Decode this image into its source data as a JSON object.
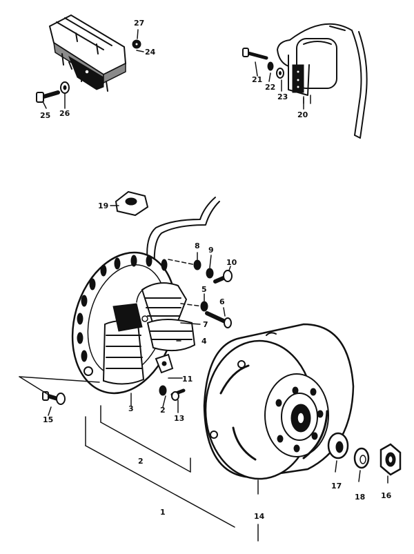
{
  "callouts": {
    "c1": "1",
    "c2a": "2",
    "c2b": "2",
    "c3": "3",
    "c4": "4",
    "c5": "5",
    "c6": "6",
    "c7": "7",
    "c8": "8",
    "c9": "9",
    "c10": "10",
    "c11": "11",
    "c13": "13",
    "c14": "14",
    "c15": "15",
    "c16": "16",
    "c17": "17",
    "c18": "18",
    "c19": "19",
    "c20": "20",
    "c21": "21",
    "c22": "22",
    "c23": "23",
    "c24": "24",
    "c25": "25",
    "c26": "26",
    "c27": "27"
  }
}
